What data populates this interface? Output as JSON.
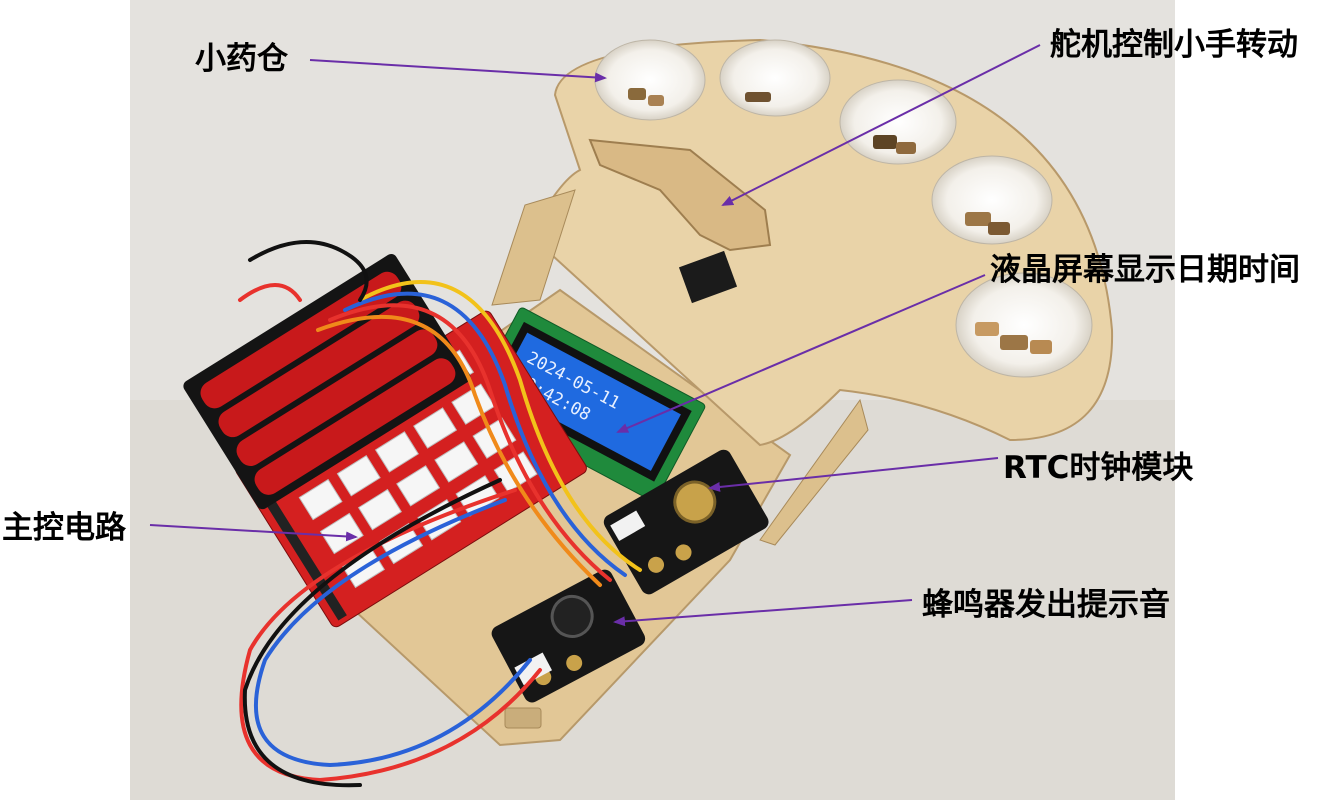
{
  "labels": {
    "medicine_bin": "小药仓",
    "servo_hand": "舵机控制小手转动",
    "lcd_display": "液晶屏幕显示日期时间",
    "rtc_module": "RTC时钟模块",
    "main_controller": "主控电路",
    "buzzer": "蜂鸣器发出提示音"
  },
  "lcd": {
    "date": "2024-05-11",
    "time": "09:42:08"
  },
  "colors": {
    "annotation_arrow": "#6a2ea8",
    "lcd_background": "#1f6ae0",
    "pcb_red": "#d42020",
    "wood": "#e6cfa3"
  }
}
